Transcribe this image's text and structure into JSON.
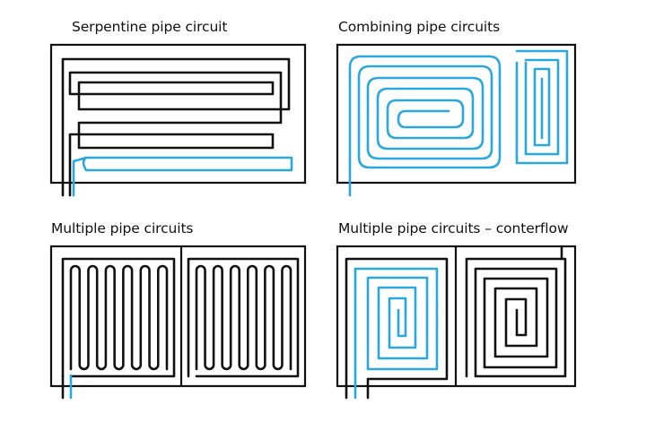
{
  "panels": [
    {
      "id": "serpentine",
      "title": "Serpentine pipe circuit"
    },
    {
      "id": "combining",
      "title": "Combining pipe circuits"
    },
    {
      "id": "multiple",
      "title": "Multiple pipe circuits"
    },
    {
      "id": "counterflow",
      "title": "Multiple pipe circuits – conterflow"
    }
  ],
  "colors": {
    "frame": "#111111",
    "pipe_dark": "#111111",
    "pipe_blue": "#29a8df"
  }
}
